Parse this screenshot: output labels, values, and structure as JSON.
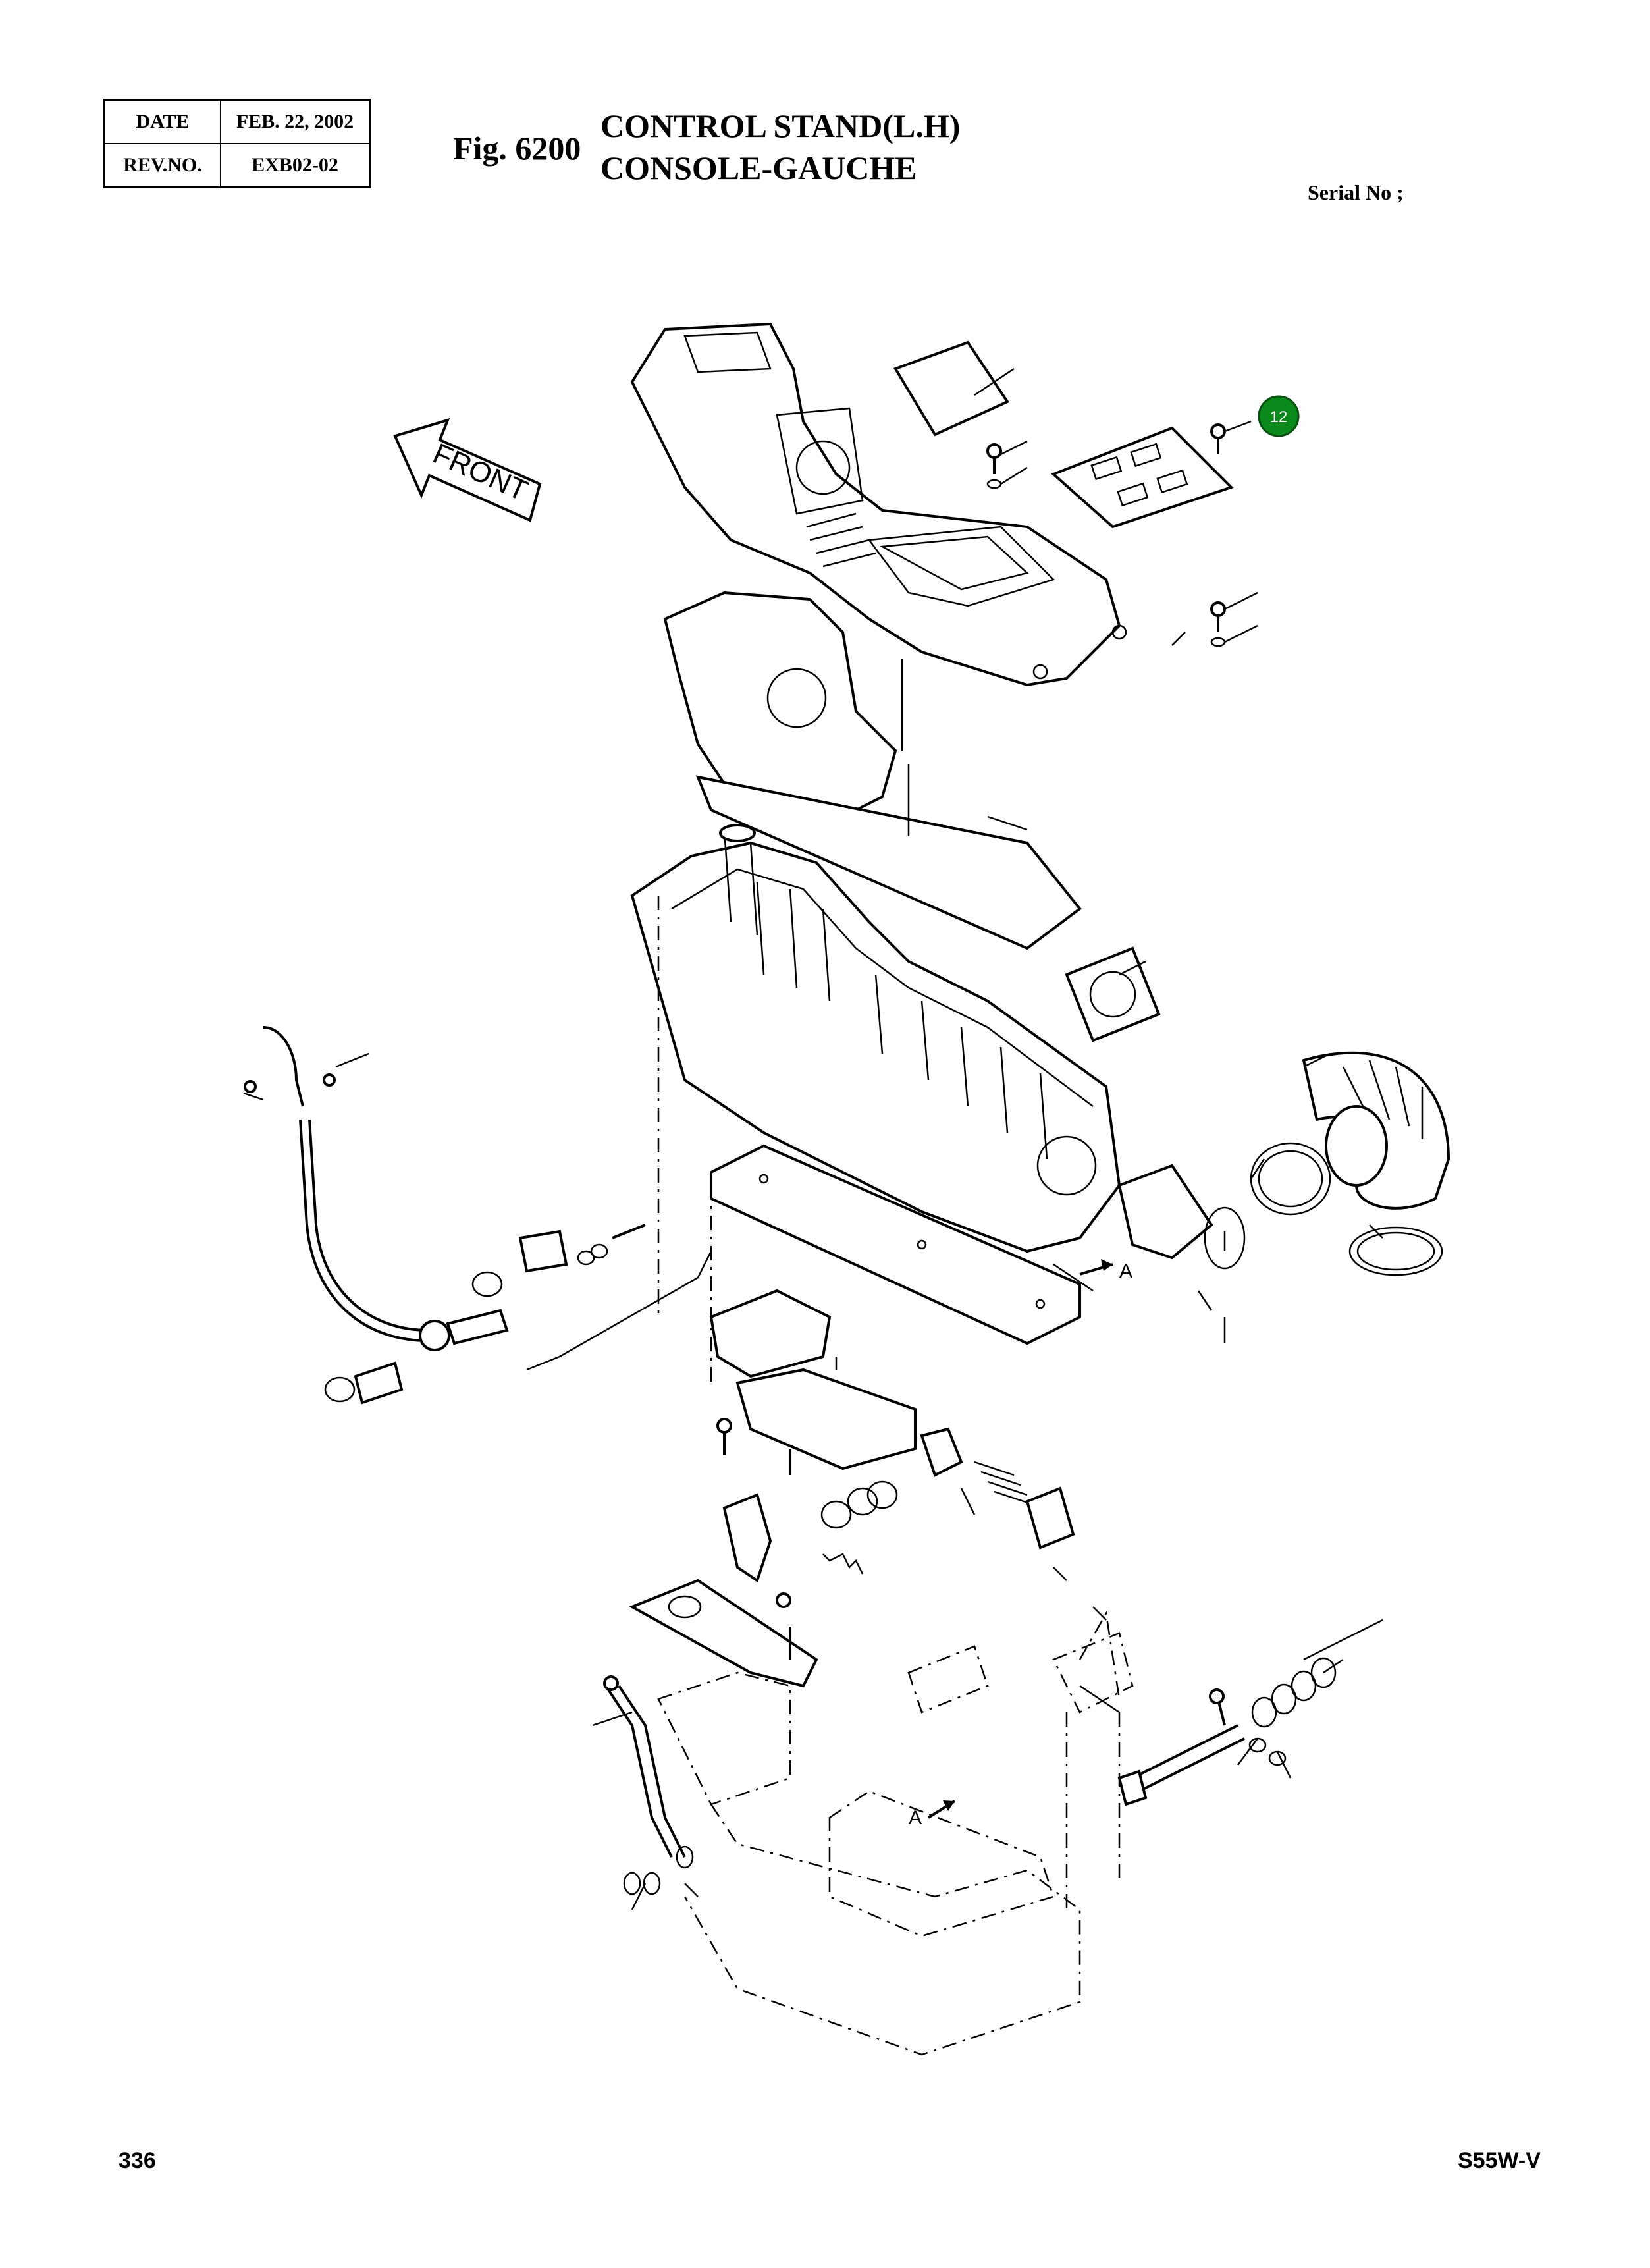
{
  "header": {
    "date_label": "DATE",
    "date_value": "FEB. 22, 2002",
    "rev_label": "REV.NO.",
    "rev_value": "EXB02-02"
  },
  "figure": {
    "fig_number": "Fig. 6200",
    "title_en": "CONTROL STAND(L.H)",
    "title_fr": "CONSOLE-GAUCHE",
    "serial_label": "Serial No ;"
  },
  "diagram": {
    "front_label": "FRONT",
    "callout_12": "12",
    "view_a_label_1": "A",
    "view_a_label_2": "A",
    "badge_color": "#0a8a1a"
  },
  "footer": {
    "page_number": "336",
    "model": "S55W-V"
  }
}
